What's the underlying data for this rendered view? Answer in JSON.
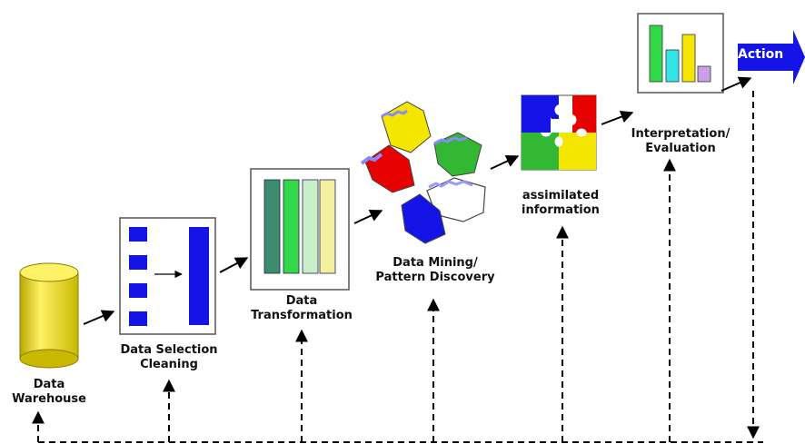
{
  "stages": {
    "warehouse": {
      "label": "Data\nWarehouse"
    },
    "selection": {
      "label": "Data Selection\nCleaning"
    },
    "transformation": {
      "label": "Data\nTransformation"
    },
    "mining": {
      "label": "Data Mining/\nPattern Discovery"
    },
    "assimilated": {
      "label": "assimilated\ninformation"
    },
    "evaluation": {
      "label": "Interpretation/\nEvaluation"
    },
    "action": {
      "label": "Action"
    }
  },
  "colors": {
    "cylinder": "#f2e600",
    "blue": "#1414e6",
    "red": "#e60000",
    "green": "#33b833",
    "yellow": "#f5e600",
    "cyan": "#33e6e6",
    "violet": "#c8a0e6",
    "dark_green": "#3c8c6e",
    "light_green": "#c8f0c8",
    "pale_yellow": "#f5f0a0"
  }
}
